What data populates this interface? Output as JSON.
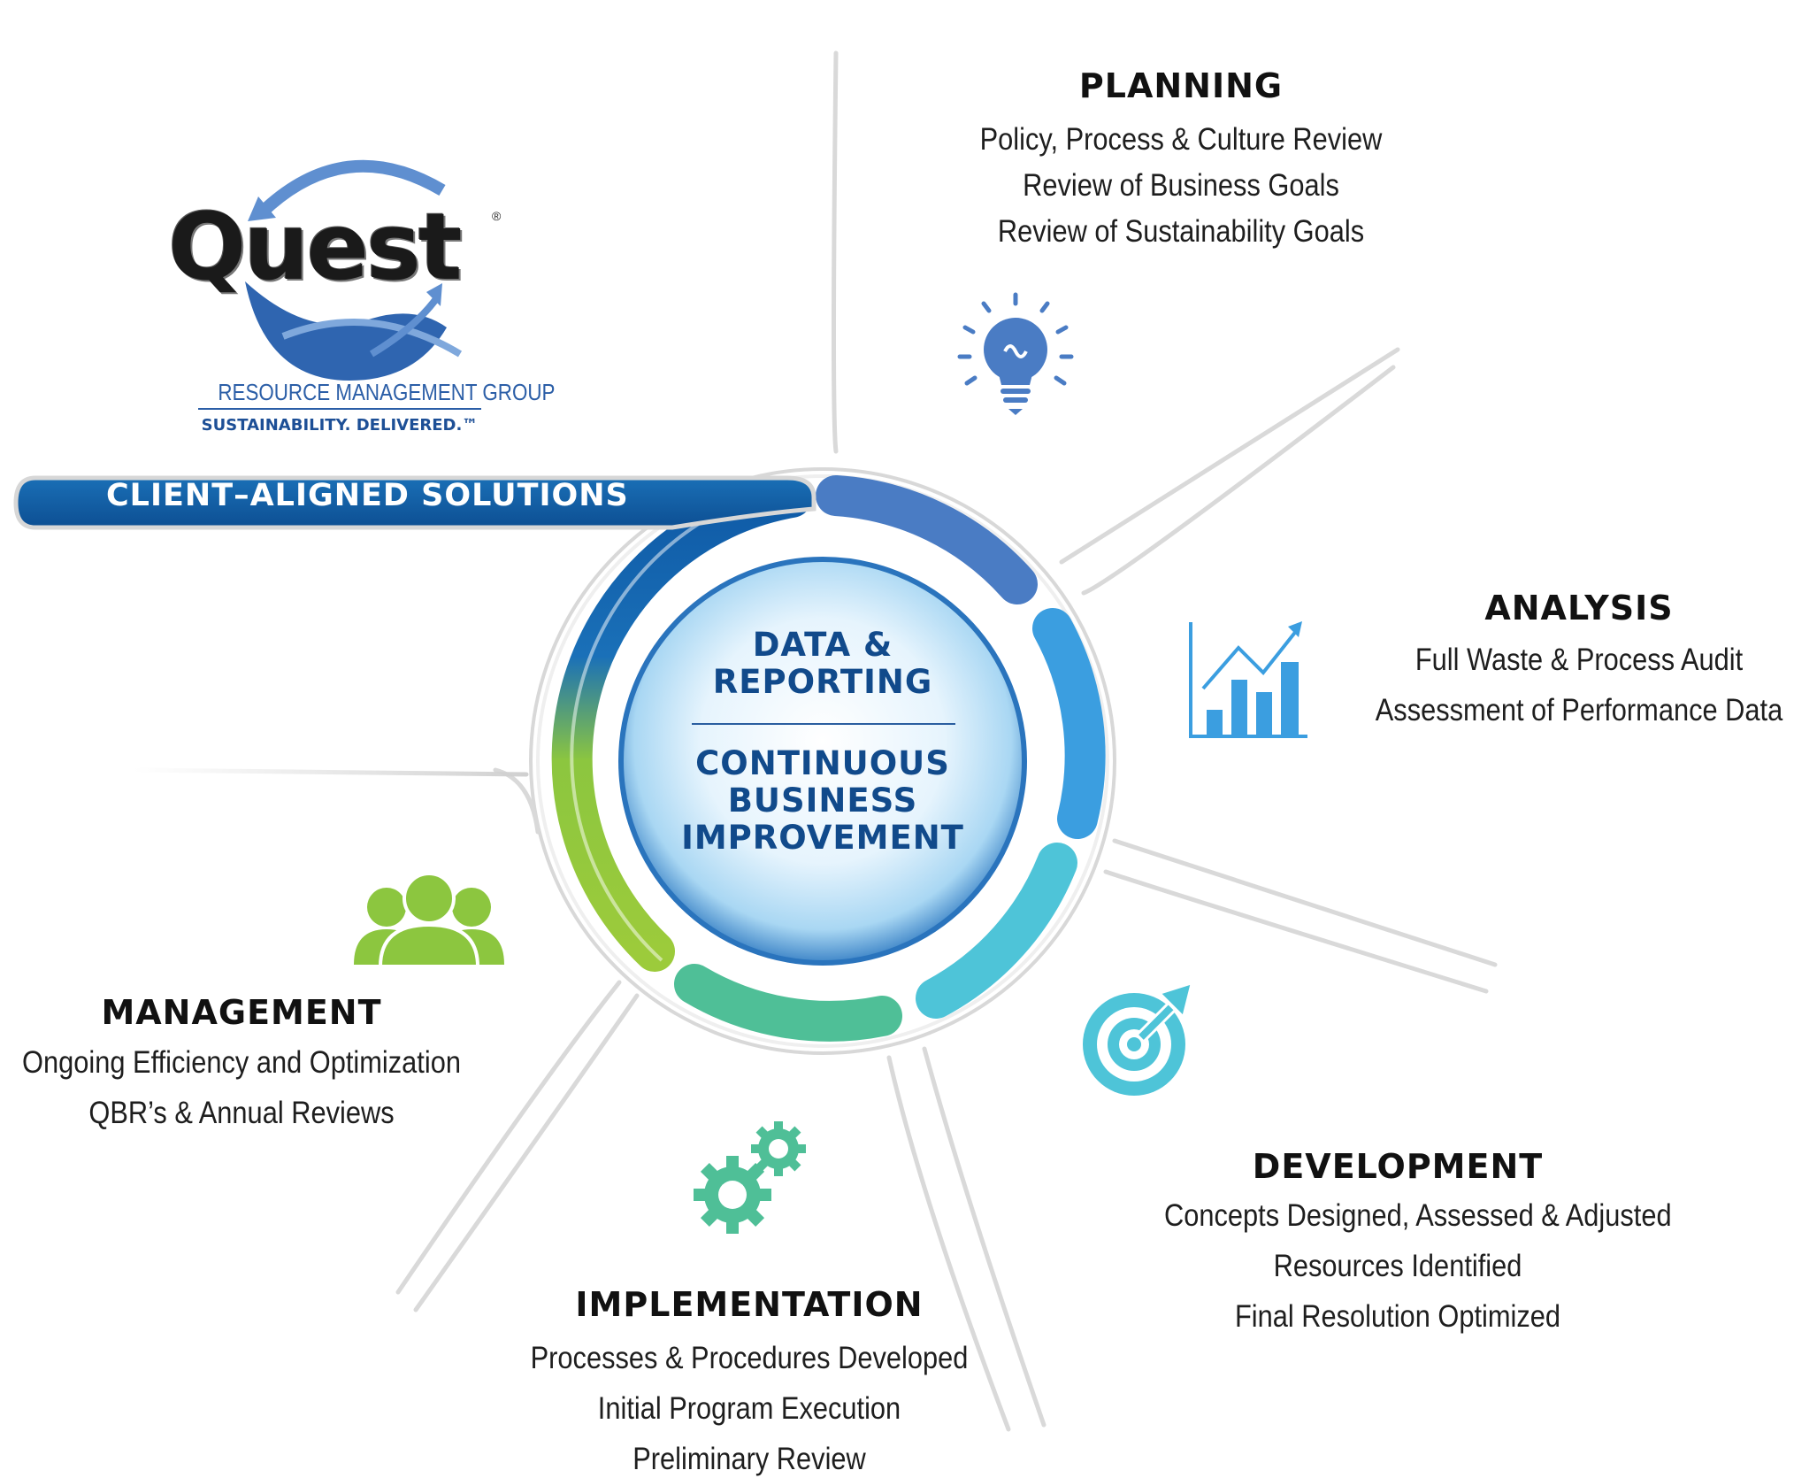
{
  "logo": {
    "wordmark": "Quest",
    "registered": "®",
    "line1": "RESOURCE MANAGEMENT GROUP",
    "line2": "SUSTAINABILITY. DELIVERED.™"
  },
  "banner": {
    "label": "CLIENT–ALIGNED SOLUTIONS"
  },
  "center": {
    "top": [
      "DATA &",
      "REPORTING"
    ],
    "bottom": [
      "CONTINUOUS",
      "BUSINESS",
      "IMPROVEMENT"
    ]
  },
  "stages": {
    "planning": {
      "title": "PLANNING",
      "lines": [
        "Policy, Process & Culture Review",
        "Review of Business Goals",
        "Review of Sustainability Goals"
      ],
      "icon": "lightbulb-icon",
      "color": "#4a7cc4"
    },
    "analysis": {
      "title": "ANALYSIS",
      "lines": [
        "Full Waste & Process Audit",
        "Assessment of Performance Data"
      ],
      "icon": "bar-chart-icon",
      "color": "#3b9ee0"
    },
    "development": {
      "title": "DEVELOPMENT",
      "lines": [
        "Concepts Designed, Assessed & Adjusted",
        "Resources Identified",
        "Final Resolution Optimized"
      ],
      "icon": "target-icon",
      "color": "#4ec4d8"
    },
    "implementation": {
      "title": "IMPLEMENTATION",
      "lines": [
        "Processes & Procedures Developed",
        "Initial Program Execution",
        "Preliminary Review"
      ],
      "icon": "gears-icon",
      "color": "#4fbf97"
    },
    "management": {
      "title": "MANAGEMENT",
      "lines": [
        "Ongoing Efficiency and Optimization",
        "QBR’s & Annual Reviews"
      ],
      "icon": "people-icon",
      "color": "#8cc63f"
    }
  }
}
